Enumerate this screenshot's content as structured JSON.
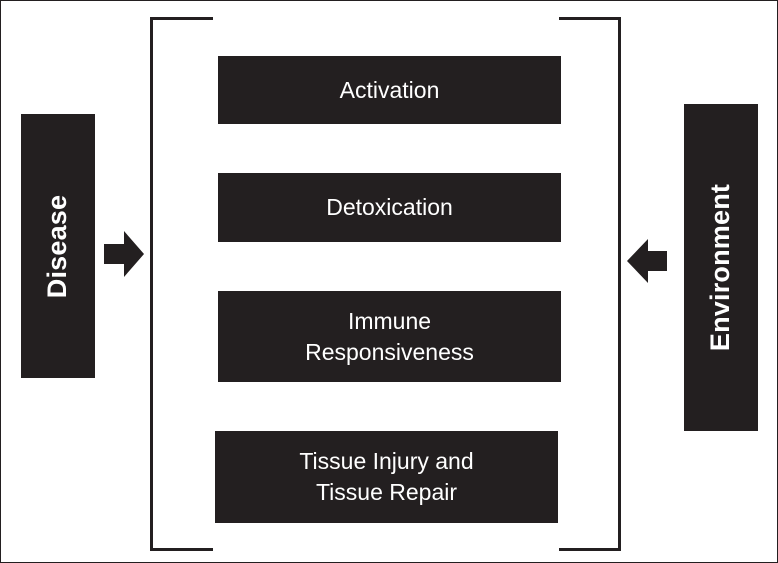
{
  "diagram": {
    "left_box": {
      "label": "Disease"
    },
    "right_box": {
      "label": "Environment"
    },
    "stages": [
      {
        "label": "Activation"
      },
      {
        "label": "Detoxication"
      },
      {
        "label": "Immune Responsiveness"
      },
      {
        "label": "Tissue Injury and Tissue Repair"
      }
    ],
    "colors": {
      "box_fill": "#231f20",
      "text_on_box": "#ffffff",
      "background": "#ffffff"
    },
    "icons": {
      "left_arrow_icon": "arrow-right-icon",
      "right_arrow_icon": "arrow-left-icon"
    }
  }
}
